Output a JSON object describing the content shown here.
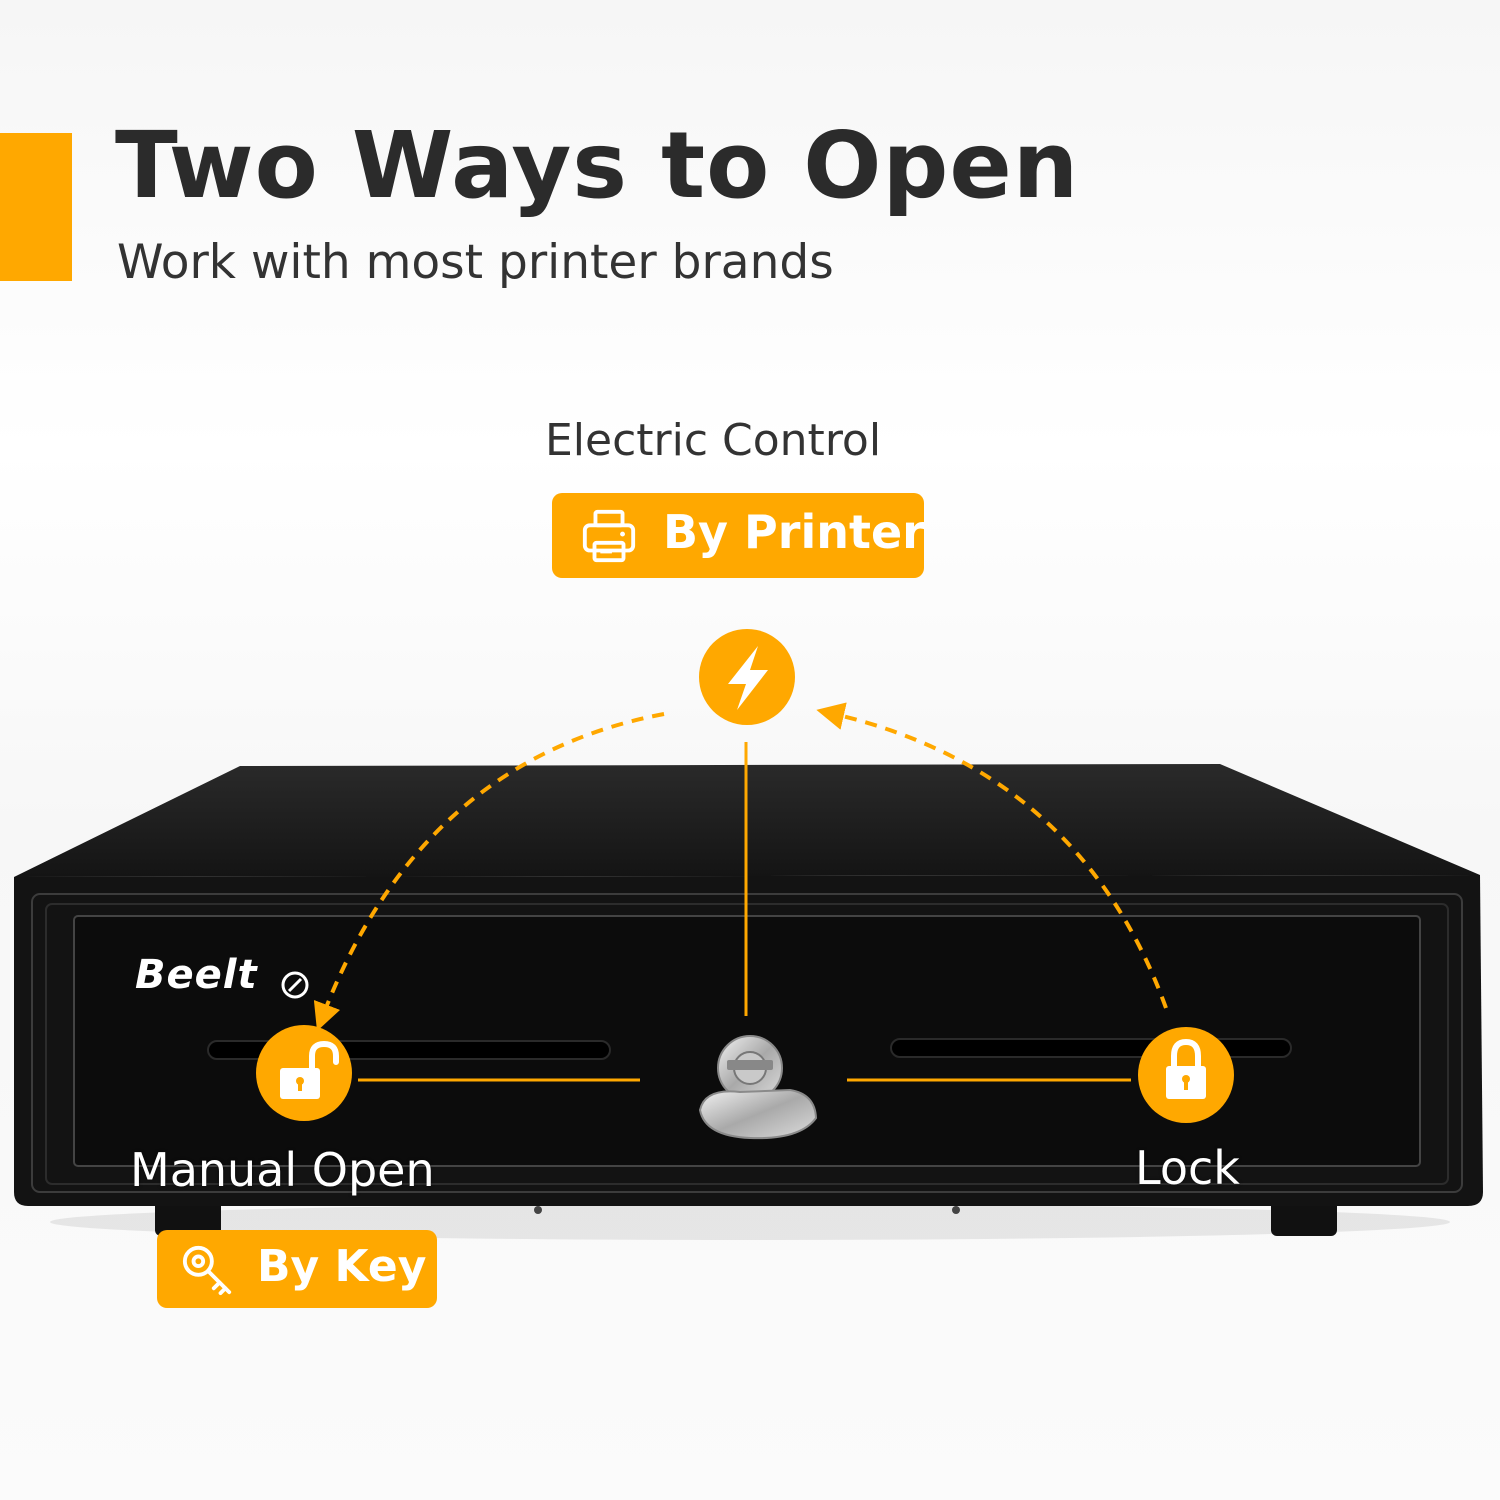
{
  "header": {
    "title": "Two Ways to Open",
    "subtitle": "Work with most printer brands"
  },
  "electric": {
    "label": "Electric Control",
    "button_label": "By Printer",
    "button_icon": "printer-icon",
    "bolt_icon": "lightning-bolt-icon"
  },
  "drawer": {
    "brand": "Beelt",
    "lock_icon": "key-lock-cylinder"
  },
  "manual": {
    "open_label": "Manual  Open",
    "lock_label": "Lock",
    "open_icon": "unlocked-padlock-icon",
    "lock_icon": "locked-padlock-icon",
    "button_label": "By Key",
    "button_icon": "key-icon"
  },
  "colors": {
    "accent": "#ffa800",
    "text": "#2b2b2b",
    "drawer": "#121212"
  }
}
